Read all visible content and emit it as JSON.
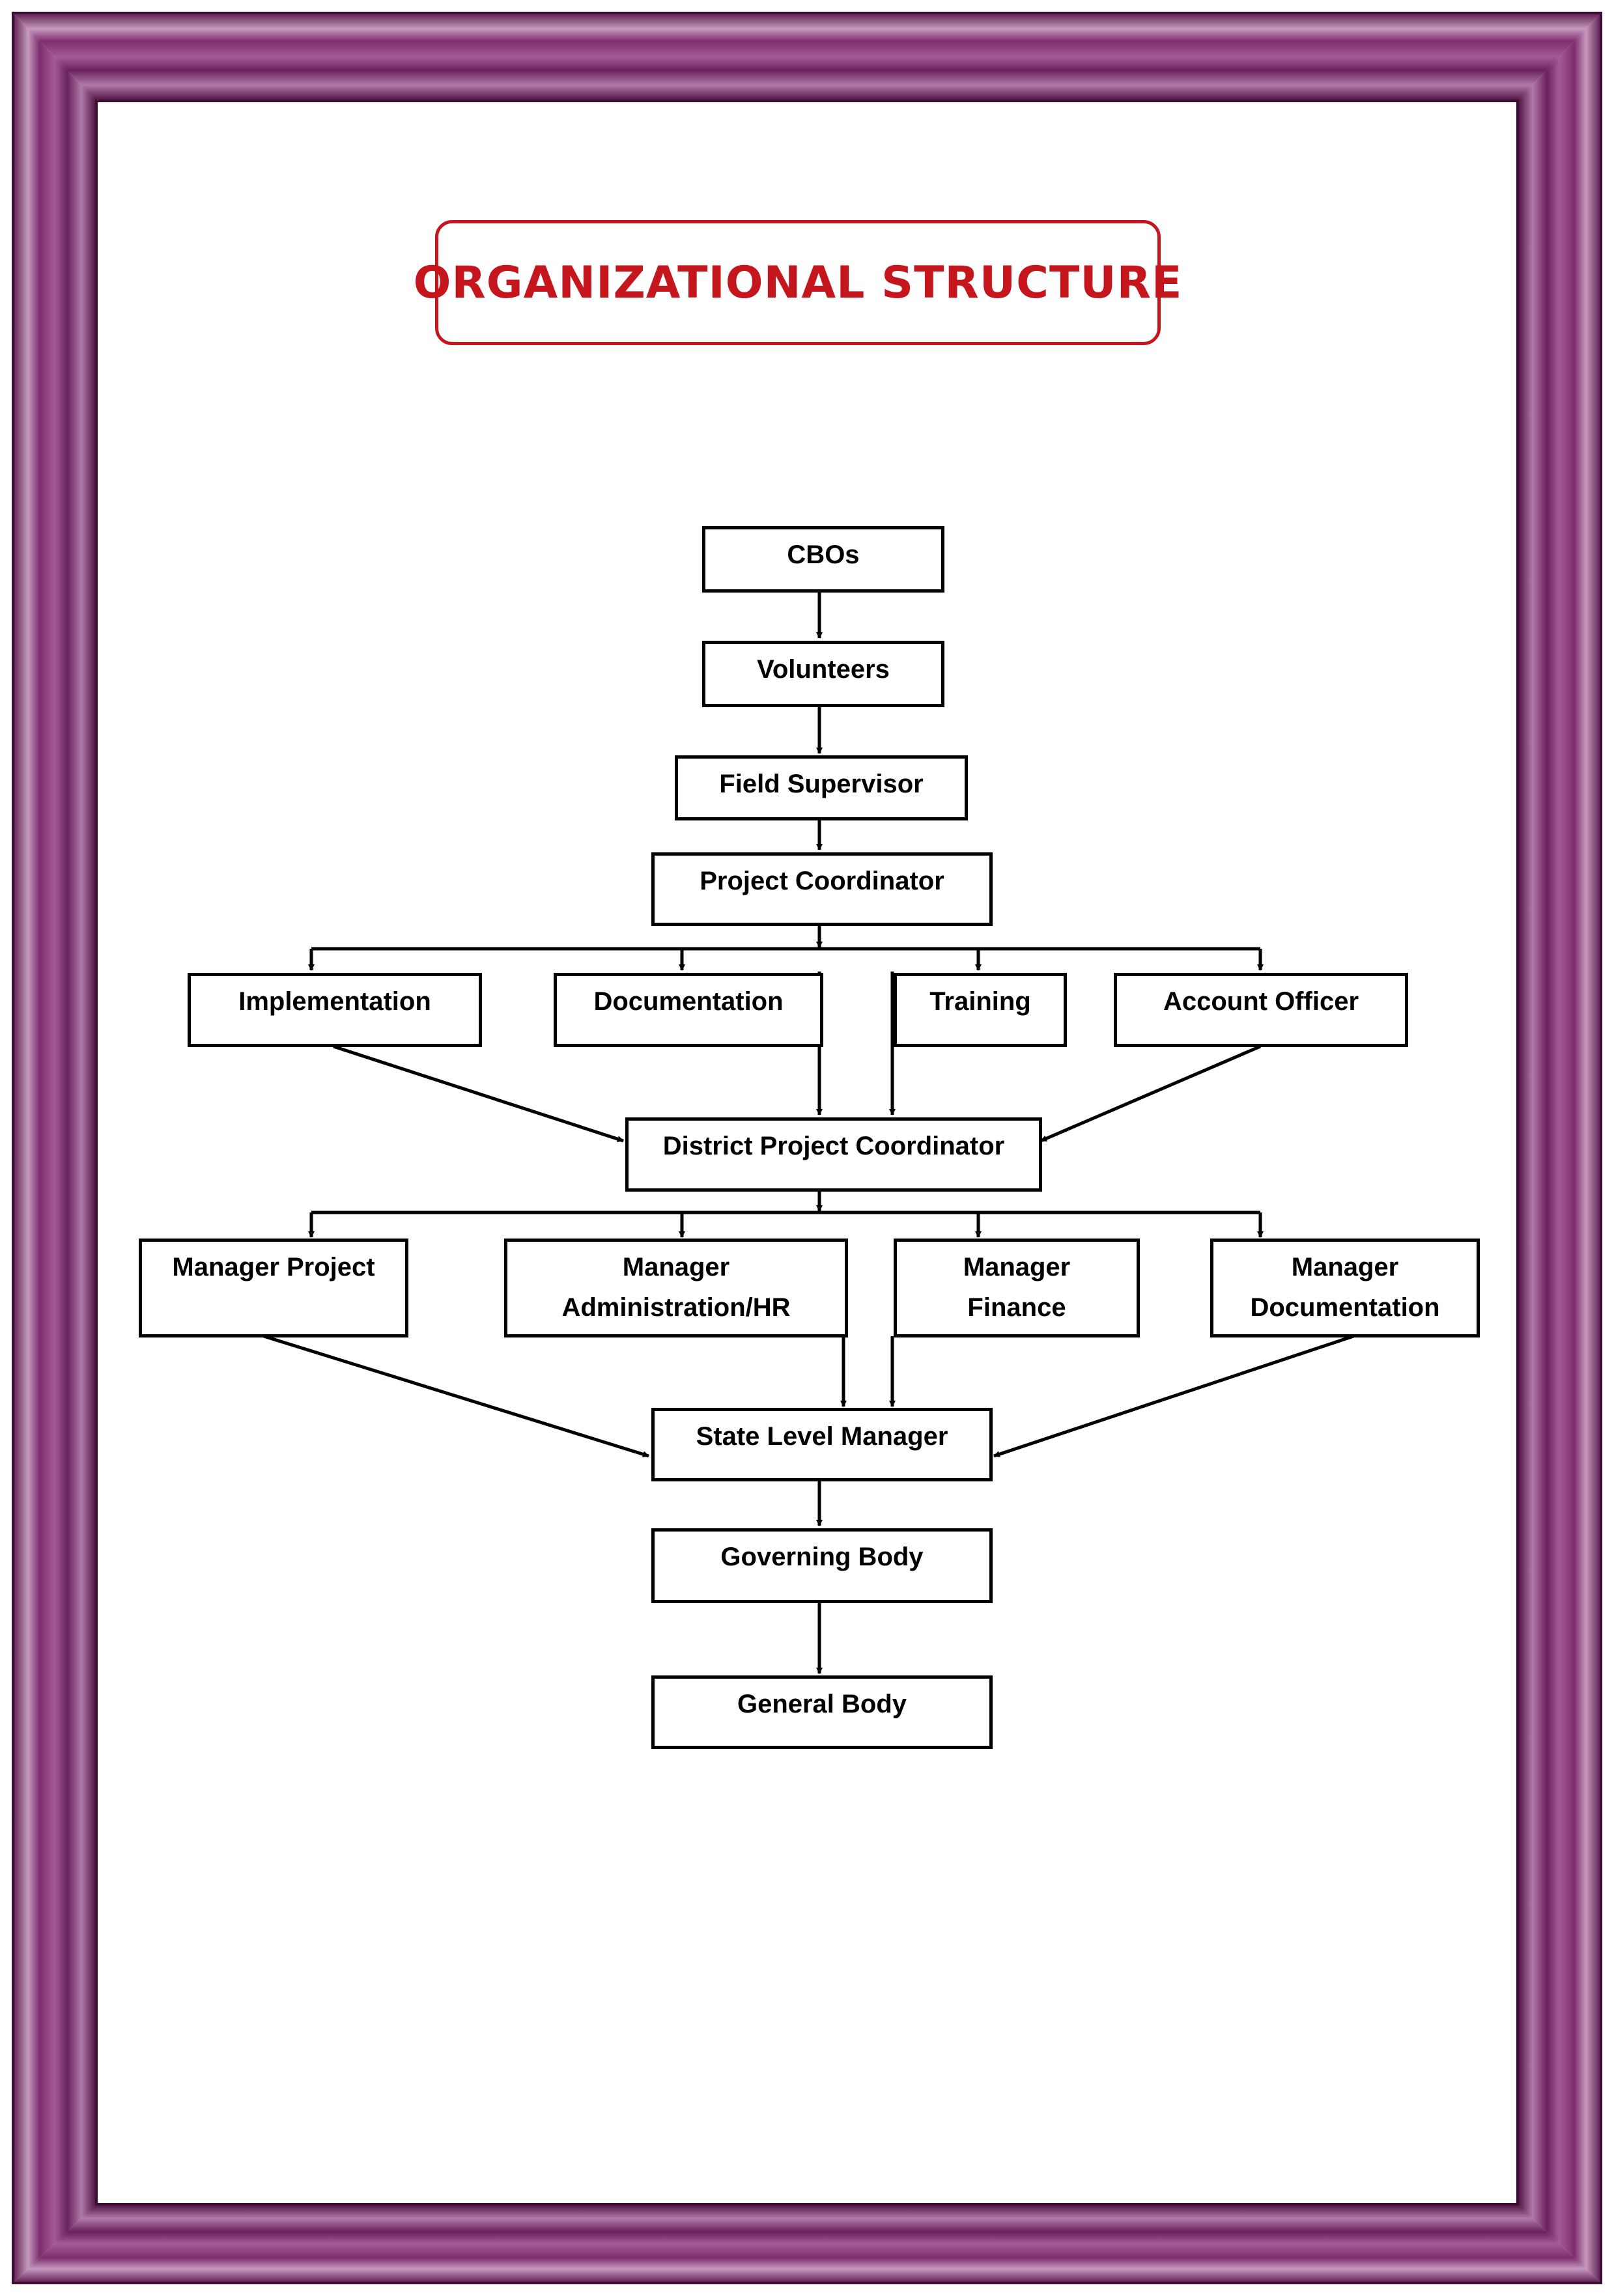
{
  "title": "ORGANIZATIONAL STRUCTURE",
  "colors": {
    "frame": "#7a2a6a",
    "title": "#c4161c",
    "lines": "#000000"
  },
  "nodes": {
    "cbos": "CBOs",
    "volunteers": "Volunteers",
    "field_supervisor": "Field Supervisor",
    "project_coordinator": "Project Coordinator",
    "implementation": "Implementation",
    "documentation": "Documentation",
    "training": "Training",
    "account_officer": "Account Officer",
    "district_project_coordinator": "District Project Coordinator",
    "manager_project": "Manager Project",
    "manager_admin": [
      "Manager",
      "Administration/HR"
    ],
    "manager_finance": [
      "Manager",
      "Finance"
    ],
    "manager_documentation": [
      "Manager",
      "Documentation"
    ],
    "state_level_manager": "State Level Manager",
    "governing_body": "Governing Body",
    "general_body": "General Body"
  },
  "edges": [
    [
      "cbos",
      "volunteers"
    ],
    [
      "volunteers",
      "field_supervisor"
    ],
    [
      "field_supervisor",
      "project_coordinator"
    ],
    [
      "project_coordinator",
      "implementation"
    ],
    [
      "project_coordinator",
      "documentation"
    ],
    [
      "project_coordinator",
      "training"
    ],
    [
      "project_coordinator",
      "account_officer"
    ],
    [
      "implementation",
      "district_project_coordinator"
    ],
    [
      "documentation",
      "district_project_coordinator"
    ],
    [
      "training",
      "district_project_coordinator"
    ],
    [
      "account_officer",
      "district_project_coordinator"
    ],
    [
      "district_project_coordinator",
      "manager_project"
    ],
    [
      "district_project_coordinator",
      "manager_admin"
    ],
    [
      "district_project_coordinator",
      "manager_finance"
    ],
    [
      "district_project_coordinator",
      "manager_documentation"
    ],
    [
      "manager_project",
      "state_level_manager"
    ],
    [
      "manager_admin",
      "state_level_manager"
    ],
    [
      "manager_finance",
      "state_level_manager"
    ],
    [
      "manager_documentation",
      "state_level_manager"
    ],
    [
      "state_level_manager",
      "governing_body"
    ],
    [
      "governing_body",
      "general_body"
    ]
  ]
}
